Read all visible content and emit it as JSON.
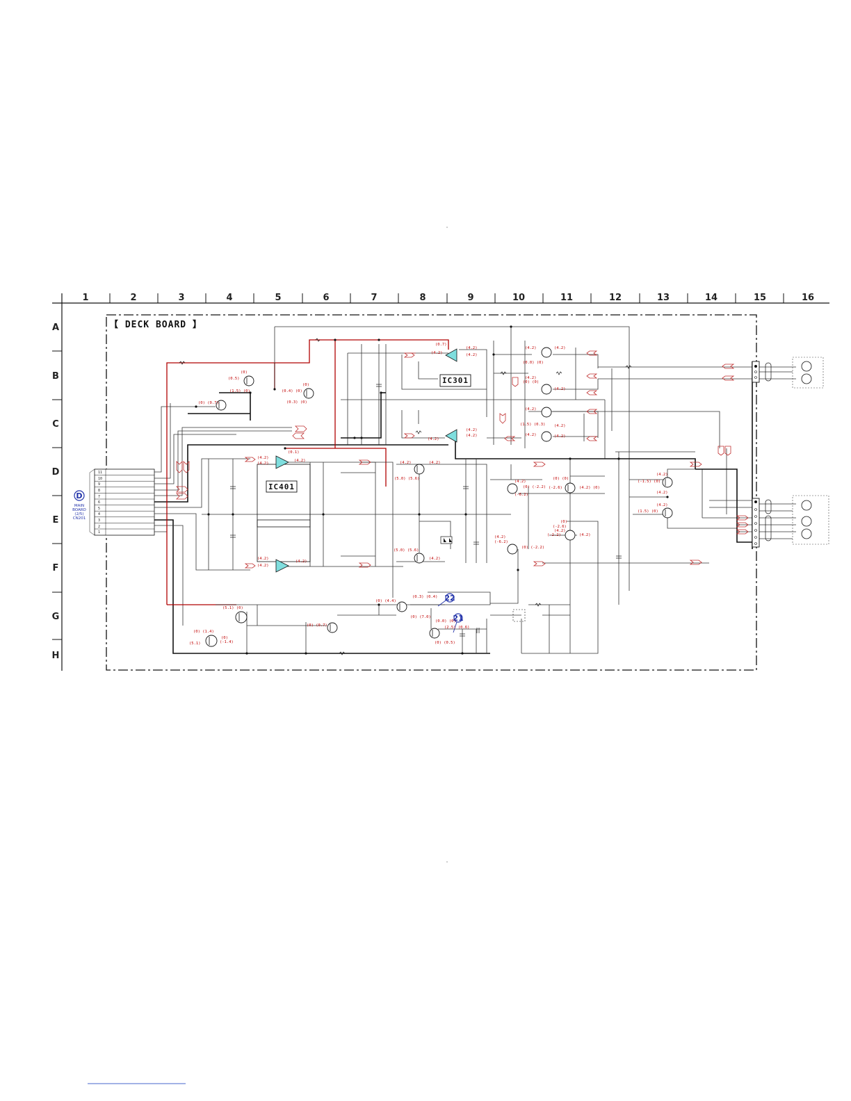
{
  "board_title": "【 DECK BOARD 】",
  "columns": [
    "1",
    "2",
    "3",
    "4",
    "5",
    "6",
    "7",
    "8",
    "9",
    "10",
    "11",
    "12",
    "13",
    "14",
    "15",
    "16"
  ],
  "rows": [
    "A",
    "B",
    "C",
    "D",
    "E",
    "F",
    "G",
    "H"
  ],
  "ic_labels": {
    "ic301": "IC301",
    "ic401": "IC401"
  },
  "connector": {
    "badge": "D",
    "lines": [
      "MAIN",
      "BOARD",
      "(2/5)",
      "CN201"
    ],
    "pins": [
      "11",
      "10",
      "9",
      "8",
      "7",
      "6",
      "5",
      "4",
      "3",
      "2",
      "1"
    ]
  },
  "markers": {
    "m22": "22",
    "m21": "21"
  },
  "voltages": {
    "b_q1": "(0)",
    "b_q1b": "(0.5)",
    "b_q1c": "(1.5) (0)",
    "b_q2": "(0)",
    "b_q2b": "(0.4) (0)",
    "b_q2c": "(0.3) (0)",
    "c_q3": "(0) (0.7)",
    "ic301_a": "(0.7)",
    "ic301_b": "(4.2)",
    "ic301_c": "(4.2)",
    "ic301_d": "(4.2)",
    "ic301_e": "(4.2)",
    "ic301_f": "(4.2)",
    "ic301_g": "(4.2)",
    "b_r1": "(4.2)",
    "b_r2": "(0.0) (0)",
    "b_r3": "(4.2)",
    "b_r4": "(4.2)",
    "b_r5": "(0) (0)",
    "b_r6": "(4.2)",
    "c_r1": "(4.2)",
    "c_r2": "(1.5) (0.3)",
    "c_r3": "(4.2)",
    "c_r4": "(4.2)",
    "c_r5": "(4.2)",
    "d_a": "(4.2)",
    "d_b": "(4.2)",
    "d_c": "(4.2)",
    "d_d": "(0.1)",
    "d_e": "(4.2)",
    "d_f": "(4.2)",
    "d_g": "(5.0) (5.6)",
    "d_h": "(4.2)",
    "d_i": "(0) (-2.2)",
    "d_j": "(-6.2)",
    "d_k": "(0) (0)",
    "d_l": "(-2.6)",
    "d_m": "(4.2) (0)",
    "d_n": "(4.2)",
    "d_o": "(-1.5) (0)",
    "d_p": "(4.2)",
    "d_q": "(4.2)",
    "d_r": "(1.5) (0)",
    "e_a": "(0)",
    "e_b": "(-2.6)",
    "e_c": "(4.2)",
    "e_d": "(-2.2)",
    "e_e": "(4.2)",
    "f_a": "(4.2)",
    "f_b": "(4.2)",
    "f_c": "(4.2)",
    "f_d": "(5.0) (5.6)",
    "f_e": "(4.2)",
    "f_f": "(4.2)",
    "f_g": "(-6.2)",
    "f_h": "(0) (-2.2)",
    "g_a": "(5.1) (0)",
    "g_b": "(0) (1.4)",
    "g_c": "(0)",
    "g_d": "(-1.4)",
    "g_e": "(5.1)",
    "g_f": "(0) (4.4)",
    "g_g": "(0.3) (0.4)",
    "g_h": "(0) (7.0)",
    "g_i": "(0) (0.7)",
    "g_j": "(0.0) (0)",
    "g_k": "(2.5) (0.6)",
    "g_l": "(0) (0.5)"
  }
}
